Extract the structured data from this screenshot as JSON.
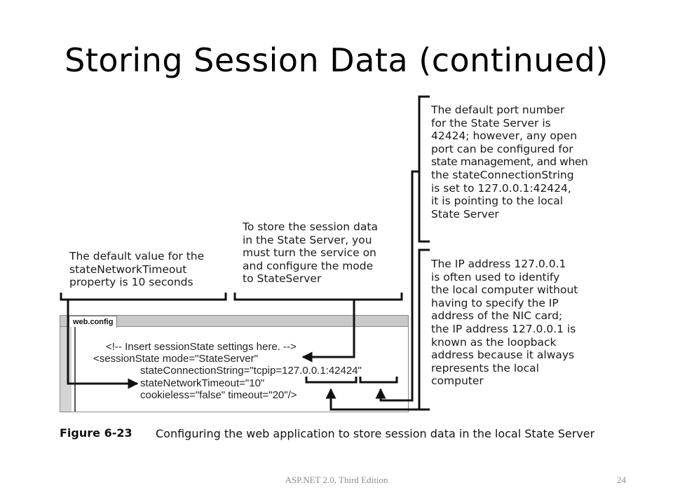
{
  "slide": {
    "title": "Storing Session Data (continued)",
    "footer": "ASP.NET 2.0, Third Edition",
    "page_number": "24"
  },
  "callouts": {
    "port": [
      "The default port number",
      "for the State Server is",
      "42424; however, any open",
      "port can be configured for",
      "state management, and when",
      "the stateConnectionString",
      "is set to 127.0.0.1:42424,",
      "it is pointing to the local",
      "State Server"
    ],
    "ip": [
      "The IP address 127.0.0.1",
      "is often used to identify",
      "the local computer without",
      "having to specify the IP",
      "address of the NIC card;",
      "the IP address 127.0.0.1 is",
      "known as the loopback",
      "address because it always",
      "represents the local",
      "computer"
    ],
    "store": [
      "To store the session data",
      "in the State Server, you",
      "must turn the service on",
      "and configure the mode",
      "to StateServer"
    ],
    "timeout": [
      "The default value for the",
      "stateNetworkTimeout",
      "property is 10 seconds"
    ]
  },
  "editor": {
    "tab_label": "web.config",
    "lines": [
      "<!-- Insert sessionState settings here. -->",
      "<sessionState mode=\"StateServer\"",
      "stateConnectionString=\"tcpip=127.0.0.1:42424\"",
      "stateNetworkTimeout=\"10\"",
      "cookieless=\"false\" timeout=\"20\"/>"
    ]
  },
  "figure": {
    "label": "Figure 6-23",
    "caption": "Configuring the web application to store session data in the local State Server"
  }
}
